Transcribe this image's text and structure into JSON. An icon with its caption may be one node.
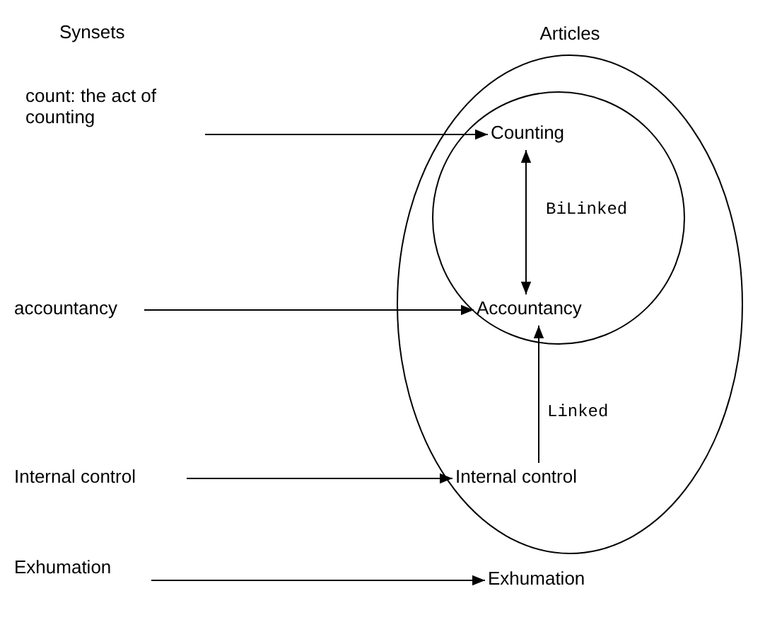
{
  "diagram": {
    "nodes": [
      {
        "text": [
          "Articles"
        ]
      },
      {
        "text": [],
        "shape": "circle",
        "in": 0
      },
      {
        "text": [
          "Counting"
        ],
        "in": 1
      },
      {
        "text": [
          "Accountancy"
        ],
        "in": 1
      },
      {
        "text": [
          "Internal control"
        ],
        "in": 0
      },
      {
        "text": [
          "Exhumation"
        ]
      },
      {
        "text": [
          "count: the act of counting"
        ]
      },
      {
        "text": [
          "accountancy"
        ]
      },
      {
        "text": [
          "Internal control"
        ]
      },
      {
        "text": [
          "Exhumation"
        ]
      }
    ],
    "edges": [
      {
        "from": 6,
        "to": 2,
        "arrow": "to"
      },
      {
        "from": 2,
        "to": 3,
        "arrow": "both",
        "label": "BiLinked"
      },
      {
        "from": 7,
        "to": 3,
        "arrow": "to"
      },
      {
        "from": 4,
        "to": 3,
        "arrow": "to",
        "label": "Linked"
      },
      {
        "from": 8,
        "to": 4,
        "arrow": "to"
      },
      {
        "from": 9,
        "to": 5,
        "arrow": "to"
      }
    ],
    "labels": [
      "Synsets"
    ]
  }
}
